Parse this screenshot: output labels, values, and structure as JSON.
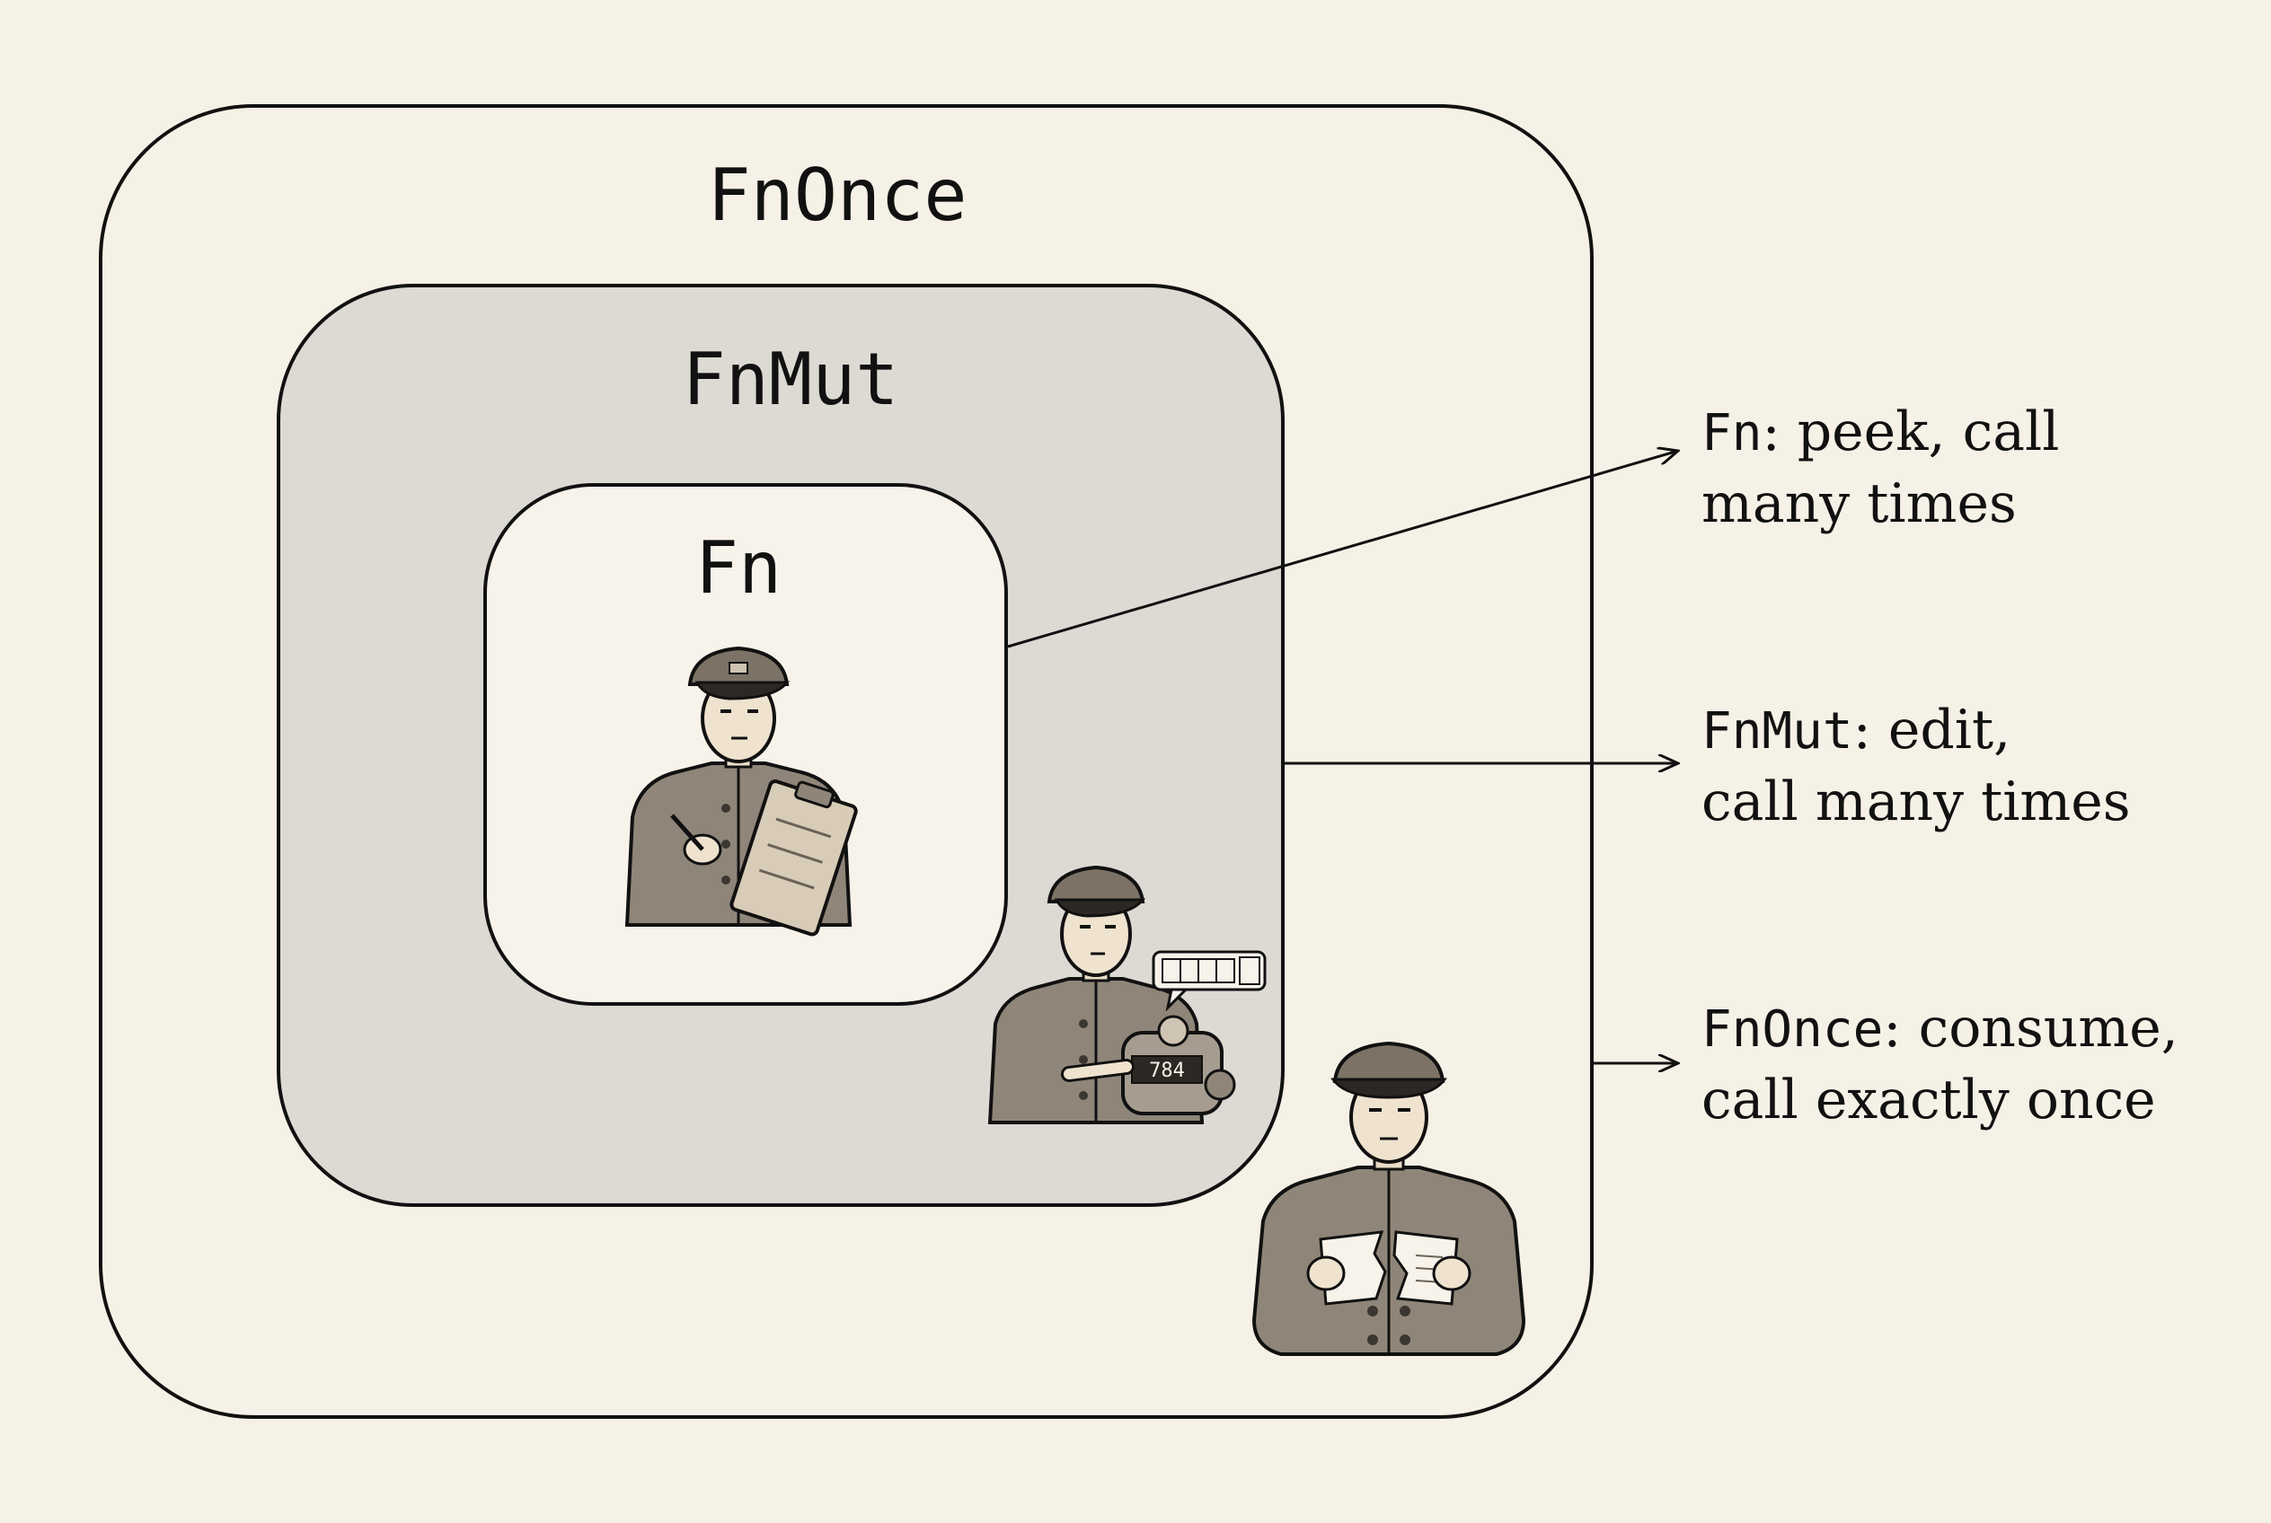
{
  "diagram": {
    "boxes": {
      "fnonce": {
        "label": "FnOnce"
      },
      "fnmut": {
        "label": "FnMut"
      },
      "fn": {
        "label": "Fn"
      }
    },
    "notes": [
      {
        "code": "Fn",
        "line1_rest": ": peek, call",
        "line2": "many times"
      },
      {
        "code": "FnMut",
        "line1_rest": ": edit,",
        "line2": "call many times"
      },
      {
        "code": "FnOnce",
        "line1_rest": ": consume,",
        "line2": "call exactly once"
      }
    ],
    "figures": [
      {
        "icon": "conductor-with-clipboard-icon"
      },
      {
        "icon": "conductor-with-counter-icon"
      },
      {
        "icon": "conductor-tearing-ticket-icon"
      }
    ],
    "counter_display": "784",
    "colors": {
      "background": "#f6f1e6",
      "outer_box": "#f6f1e6",
      "middle_box": "#dcdad3",
      "inner_box": "#f7f3ea",
      "stroke": "#111111",
      "uniform": "#8f8679"
    }
  }
}
